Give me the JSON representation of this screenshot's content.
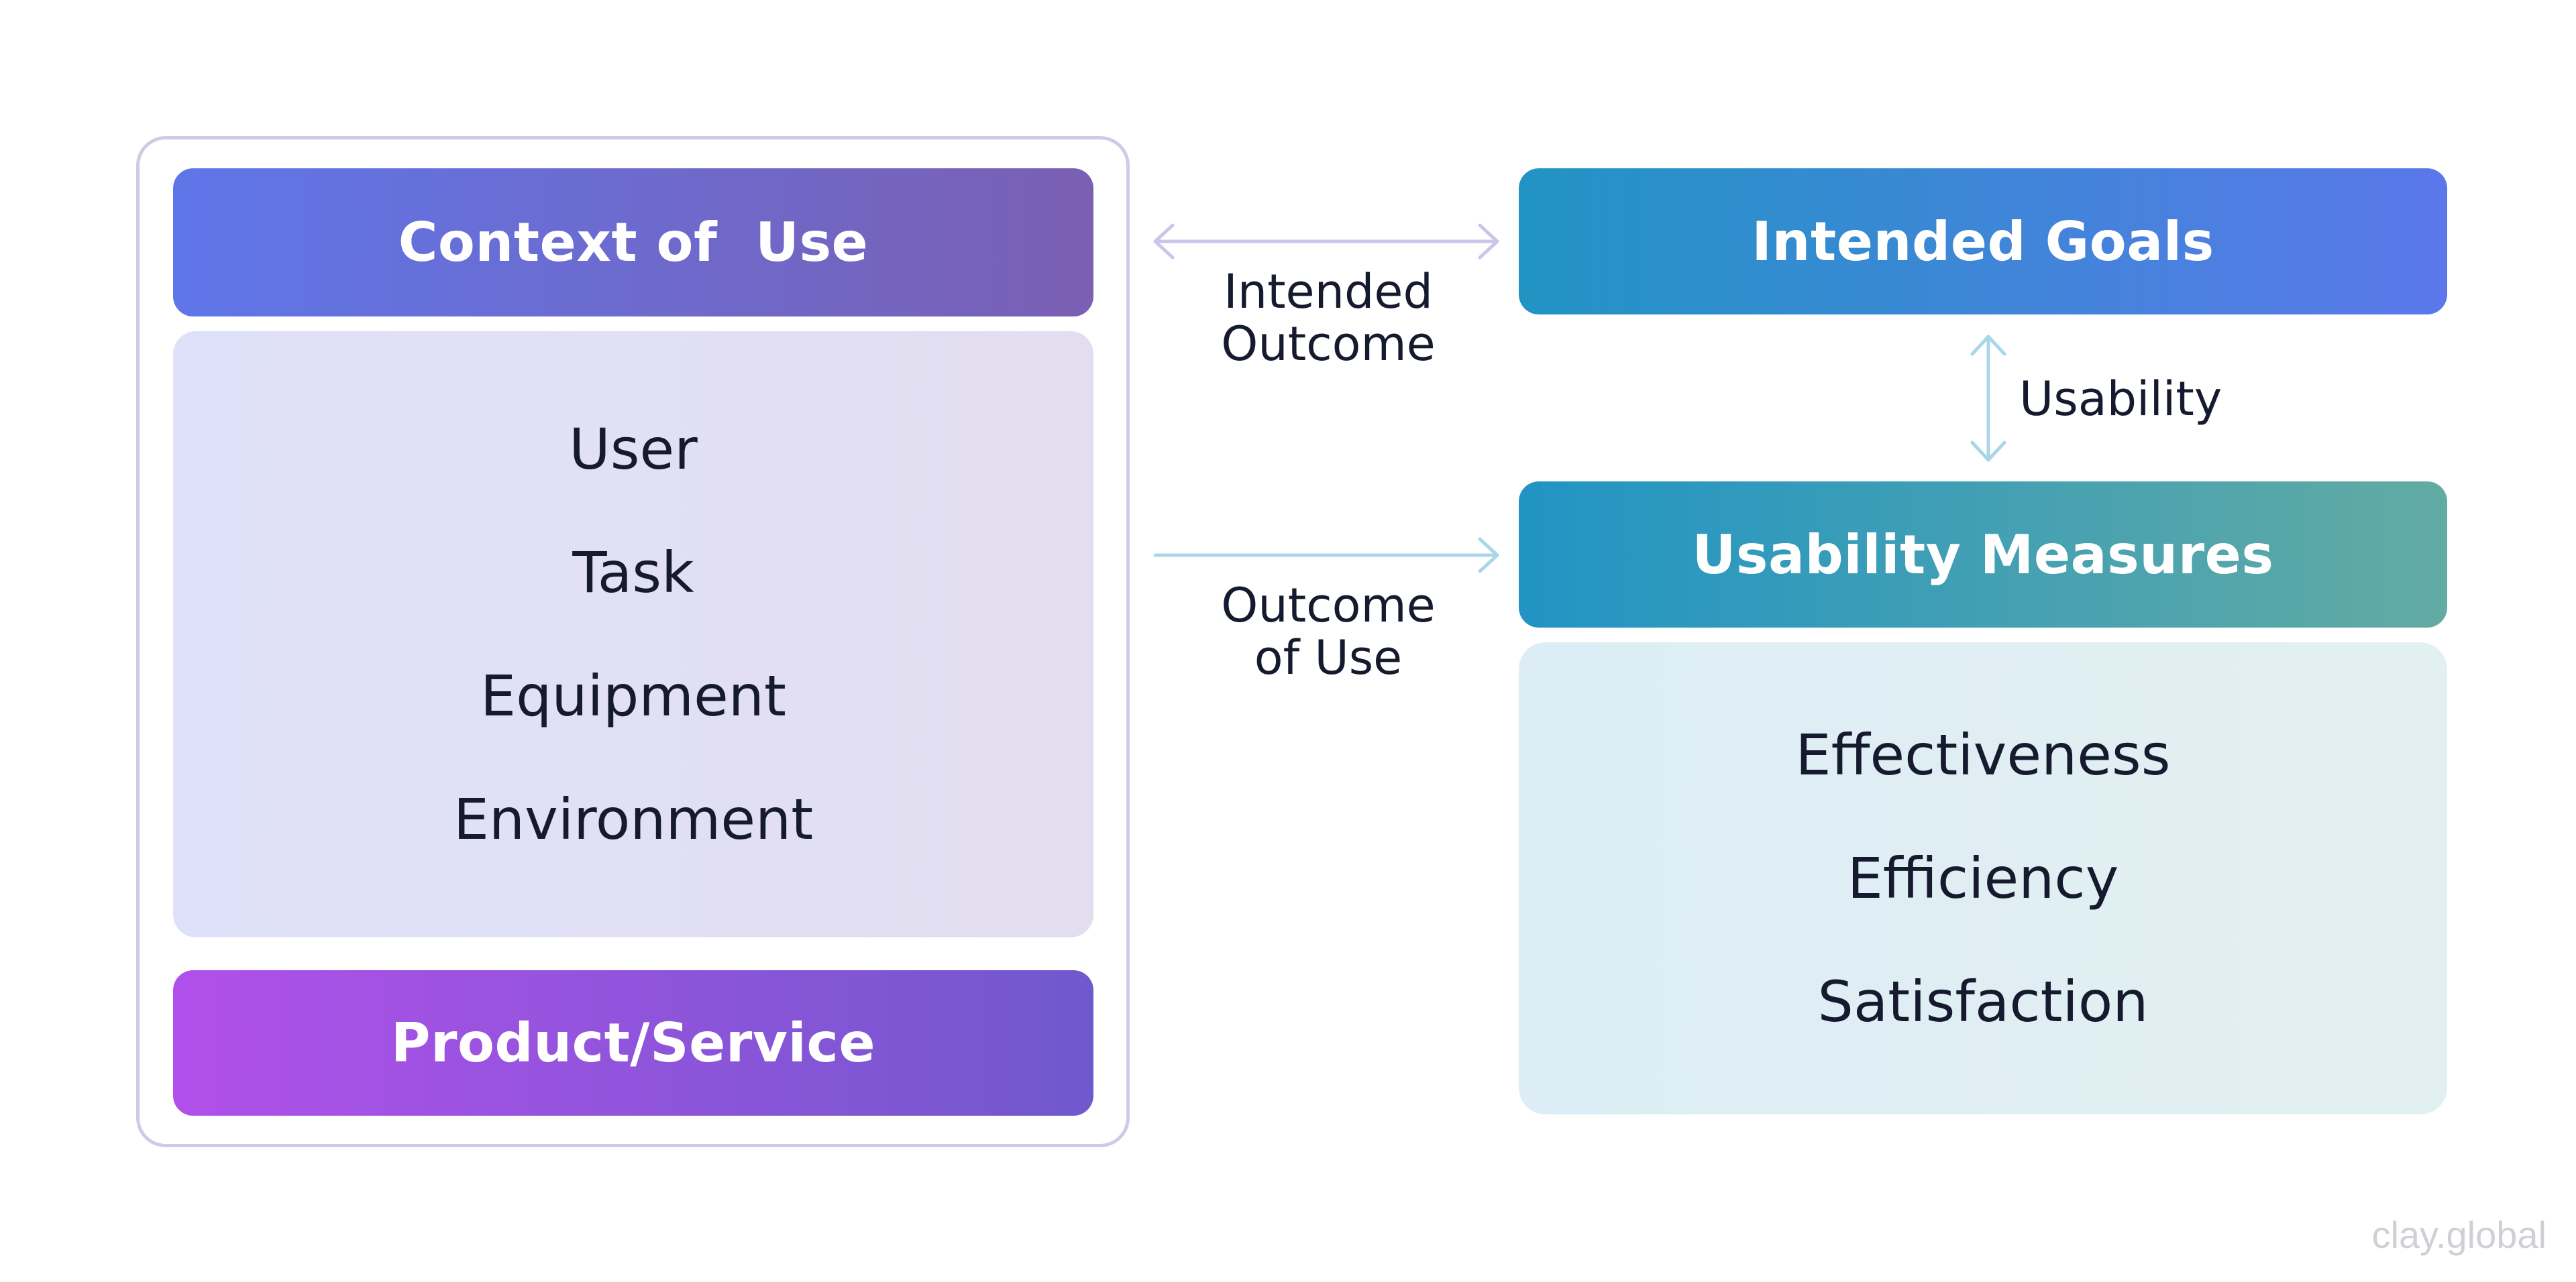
{
  "context": {
    "title": "Context of  Use",
    "items": [
      "User",
      "Task",
      "Equipment",
      "Environment"
    ]
  },
  "product": {
    "title": "Product/Service"
  },
  "goals": {
    "title": "Intended Goals"
  },
  "measures": {
    "title": "Usability Measures",
    "items": [
      "Effectiveness",
      "Efficiency",
      "Satisfaction"
    ]
  },
  "labels": {
    "intended_outcome": [
      "Intended",
      "Outcome"
    ],
    "outcome_of_use": [
      "Outcome",
      "of Use"
    ],
    "usability": "Usability"
  },
  "watermark": "clay.global",
  "colors": {
    "context_header": [
      "#5f76e9",
      "#7a5fb3"
    ],
    "product": [
      "#b150ea",
      "#7058cd"
    ],
    "goals": [
      "#2194c4",
      "#5b78ea"
    ],
    "measures": [
      "#2194c4",
      "#63aba3"
    ],
    "arrow_purple": "#c9c6ec",
    "arrow_blue": "#a9d6e8"
  }
}
